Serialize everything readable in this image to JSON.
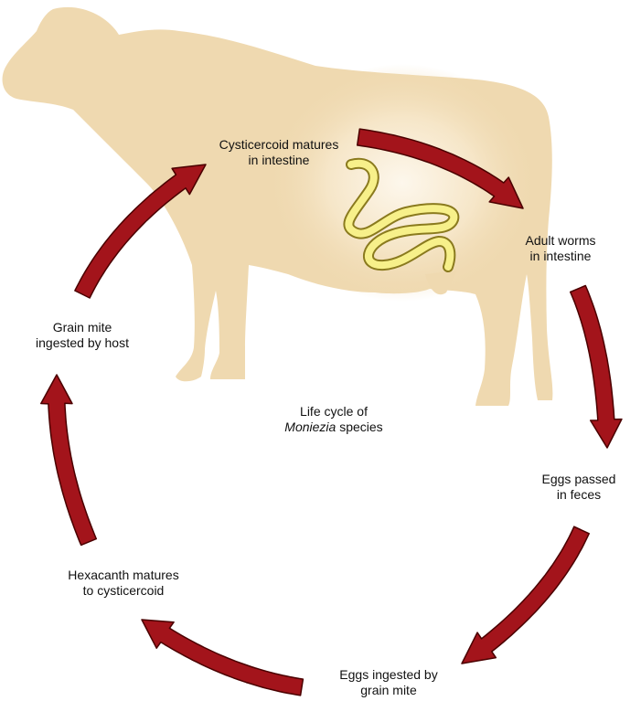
{
  "diagram": {
    "center_caption": {
      "line1": "Life cycle of",
      "genus": "Moniezia",
      "suffix": " species"
    },
    "stages": [
      {
        "id": "cysticercoid-matures",
        "line1": "Cysticercoid matures",
        "line2": "in intestine"
      },
      {
        "id": "adult-worms",
        "line1": "Adult worms",
        "line2": "in intestine"
      },
      {
        "id": "eggs-passed",
        "line1": "Eggs passed",
        "line2": "in feces"
      },
      {
        "id": "eggs-ingested",
        "line1": "Eggs ingested by",
        "line2": "grain mite"
      },
      {
        "id": "hexacanth-matures",
        "line1": "Hexacanth matures",
        "line2": "to cysticercoid"
      },
      {
        "id": "grain-mite-ingested",
        "line1": "Grain mite",
        "line2": "ingested by host"
      }
    ],
    "colors": {
      "host_silhouette": "#efd9b0",
      "host_glow": "#fbf3e4",
      "worm_fill": "#f7f08a",
      "worm_outline": "#8a7a1e",
      "arrow_fill": "#a3141b",
      "arrow_outline": "#4a0000"
    }
  }
}
